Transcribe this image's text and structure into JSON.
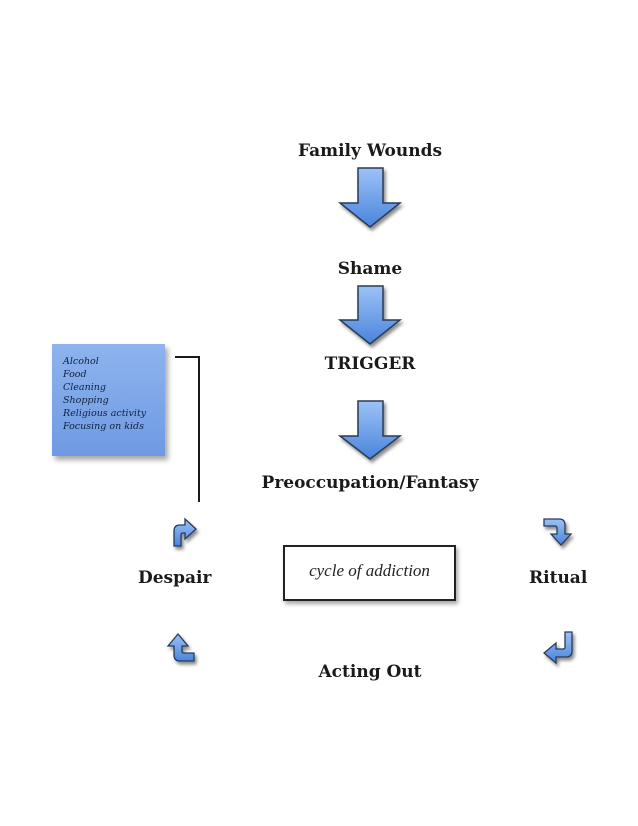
{
  "nodes": {
    "family_wounds": "Family Wounds",
    "shame": "Shame",
    "trigger": "TRIGGER",
    "preoccupation": "Preoccupation/Fantasy",
    "ritual": "Ritual",
    "acting_out": "Acting Out",
    "despair": "Despair"
  },
  "cycle_label": "cycle of addiction",
  "coping_list": [
    "Alcohol",
    "Food",
    "Cleaning",
    "Shopping",
    "Religious activity",
    "Focusing on kids"
  ],
  "colors": {
    "arrow_fill_top": "#9cc2f5",
    "arrow_fill_bottom": "#4a84dc",
    "arrow_stroke": "#2a3a55",
    "list_box": "#7ea6e8"
  },
  "icons": {
    "down_arrow": "thick-down-arrow-icon",
    "curved_arrow": "curved-arrow-icon"
  }
}
